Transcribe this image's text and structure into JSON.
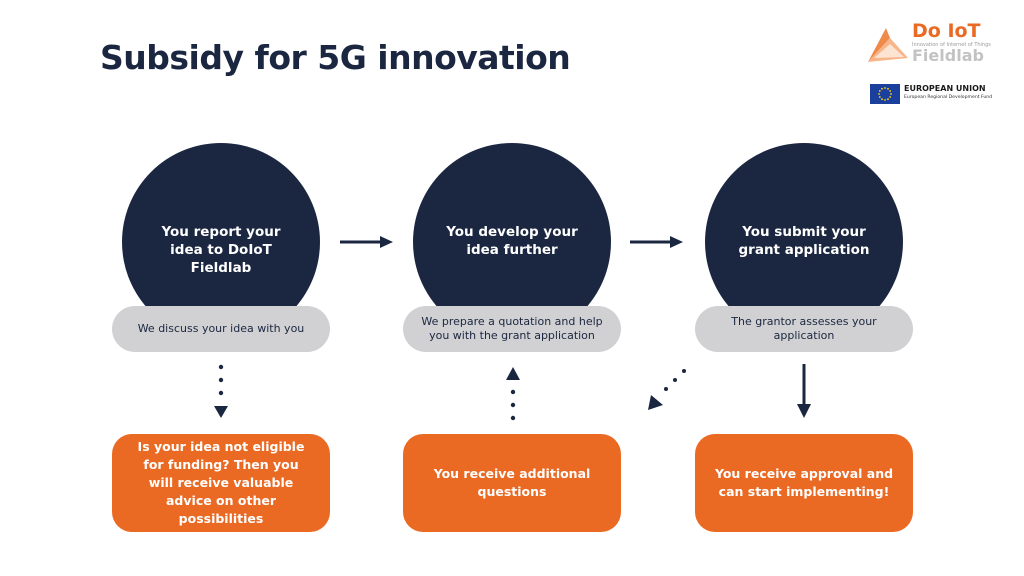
{
  "title": "Subsidy for 5G innovation",
  "logo": {
    "name_line1": "Do IoT",
    "tagline": "Innovation of Internet of Things",
    "name_line2": "Fieldlab",
    "accent_color": "#ea6a24"
  },
  "eu": {
    "title": "EUROPEAN UNION",
    "subtitle": "European Regional Development Fund",
    "flag_color": "#1a3f9c"
  },
  "steps": [
    {
      "circle": "You report your idea to DoIoT Fieldlab",
      "pill": "We discuss your idea with you",
      "outcome": "Is your idea not eligible for funding? Then you will receive valuable advice on other possibilities"
    },
    {
      "circle": "You develop your idea further",
      "pill": "We prepare a quotation and help you with the grant application",
      "outcome": "You receive additional questions"
    },
    {
      "circle": "You submit your grant application",
      "pill": "The grantor assesses your application",
      "outcome": "You receive approval and can start implementing!"
    }
  ],
  "colors": {
    "navy": "#1b2740",
    "orange": "#ea6a24",
    "pill_gray": "#d1d1d3"
  }
}
